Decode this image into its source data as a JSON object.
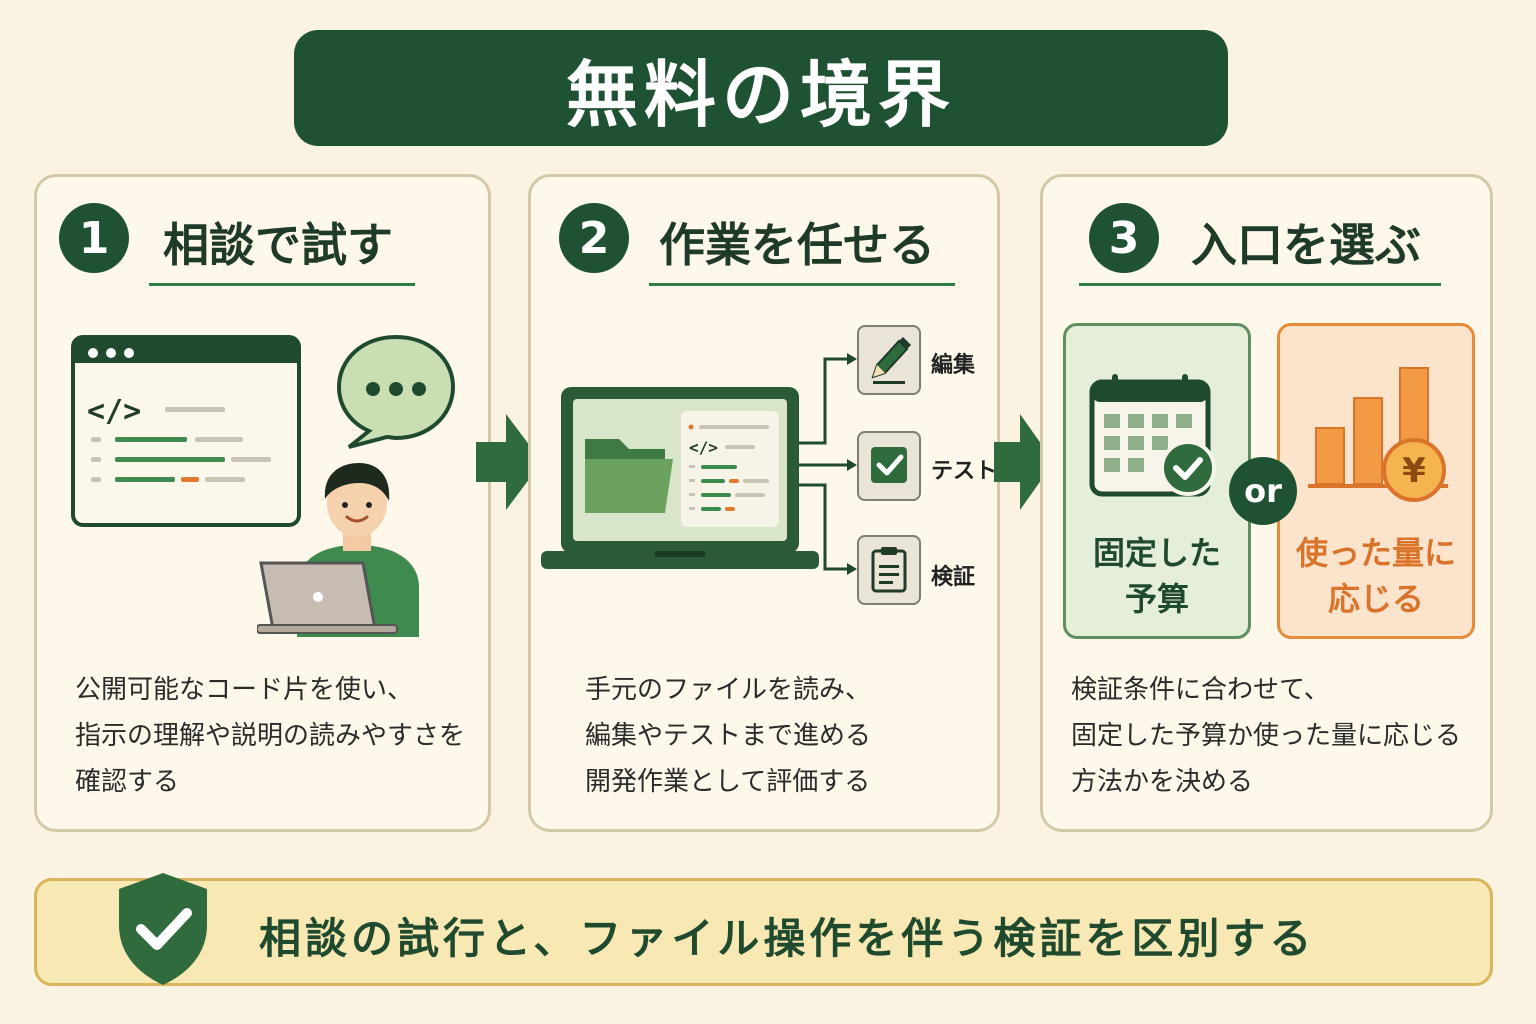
{
  "title": "無料の境界",
  "steps": [
    {
      "number": "1",
      "title": "相談で試す",
      "description": [
        "公開可能なコード片を使い、",
        "指示の理解や説明の読みやすさを",
        "確認する"
      ]
    },
    {
      "number": "2",
      "title": "作業を任せる",
      "tasks": [
        "編集",
        "テスト",
        "検証"
      ],
      "description": [
        "手元のファイルを読み、",
        "編集やテストまで進める",
        "開発作業として評価する"
      ]
    },
    {
      "number": "3",
      "title": "入口を選ぶ",
      "options": [
        {
          "label_lines": [
            "固定した",
            "予算"
          ]
        },
        {
          "label_lines": [
            "使った量に",
            "応じる"
          ]
        }
      ],
      "or_label": "or",
      "description": [
        "検証条件に合わせて、",
        "固定した予算か使った量に応じる",
        "方法かを決める"
      ]
    }
  ],
  "bottom_message": "相談の試行と、ファイル操作を伴う検証を区別する",
  "icons": [
    "code-window-icon",
    "speech-bubble-icon",
    "person-laptop-icon",
    "laptop-folder-icon",
    "pencil-icon",
    "checkbox-icon",
    "clipboard-icon",
    "calendar-check-icon",
    "bar-chart-yen-icon",
    "shield-check-icon"
  ],
  "colors": {
    "primary_green": "#1f5233",
    "accent_orange": "#e58b3a",
    "background": "#faf3e2",
    "bottom_bar": "#f8e8b3"
  }
}
